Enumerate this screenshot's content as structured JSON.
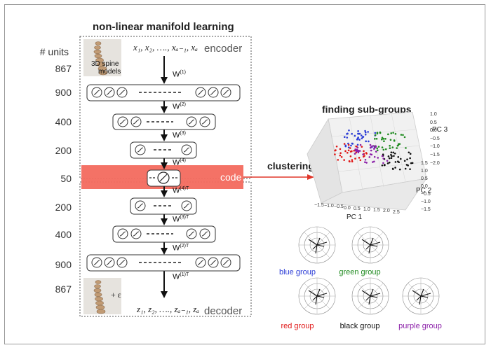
{
  "title": "non-linear manifold learning",
  "units_header": "# units",
  "units": [
    "867",
    "900",
    "400",
    "200",
    "50",
    "200",
    "400",
    "900",
    "867"
  ],
  "encoder": {
    "label": "encoder",
    "inputs": "x₁, x₂, …., xₐ₋₁, xₐ",
    "image_caption_line1": "3D spine",
    "image_caption_line2": "models"
  },
  "decoder": {
    "label": "decoder",
    "outputs": "z₁, z₂, …., zₐ₋₁, zₐ",
    "noise": "+ ε"
  },
  "weights": [
    {
      "base": "W",
      "sup": "(1)"
    },
    {
      "base": "W",
      "sup": "(2)"
    },
    {
      "base": "W",
      "sup": "(3)"
    },
    {
      "base": "W",
      "sup": "(4)"
    },
    {
      "base": "W",
      "sup": "(4)T"
    },
    {
      "base": "W",
      "sup": "(3)T"
    },
    {
      "base": "W",
      "sup": "(2)T"
    },
    {
      "base": "W",
      "sup": "(1)T"
    }
  ],
  "code_label": "code",
  "clustering_label": "clustering",
  "subgroups": {
    "title": "finding sub-groups",
    "axes": {
      "pc1": "PC 1",
      "pc2": "PC 2",
      "pc3": "PC 3"
    },
    "pc1_ticks": [
      "−1.5",
      "−1.0",
      "−0.5",
      "0.0",
      "0.5",
      "1.0",
      "1.5",
      "2.0",
      "2.5"
    ],
    "pc2_ticks": [
      "1.5",
      "1.0",
      "0.5",
      "0.0",
      "−0.5",
      "−1.0",
      "−1.5"
    ],
    "pc3_ticks": [
      "1.0",
      "0.5",
      "0.0",
      "−0.5",
      "−1.0",
      "−1.5",
      "−2.0"
    ]
  },
  "groups": [
    {
      "label": "blue group",
      "color": "#2a3bd6"
    },
    {
      "label": "green group",
      "color": "#1e8a1e"
    },
    {
      "label": "red group",
      "color": "#e01616"
    },
    {
      "label": "black group",
      "color": "#111111"
    },
    {
      "label": "purple group",
      "color": "#8b1fa8"
    }
  ],
  "colors": {
    "code_band": "#f36a5e",
    "arrow": "#e0362a"
  }
}
